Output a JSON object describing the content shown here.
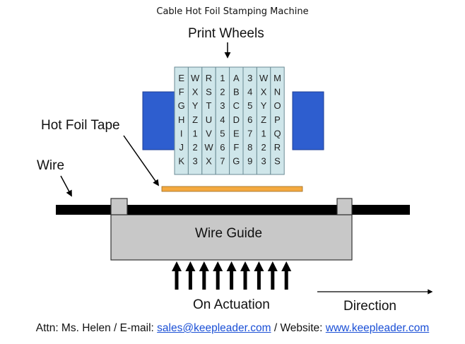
{
  "title": "Cable Hot Foil Stamping Machine",
  "labels": {
    "print_wheels": "Print Wheels",
    "hot_foil_tape": "Hot Foil Tape",
    "wire": "Wire",
    "wire_guide": "Wire Guide",
    "on_actuation": "On Actuation",
    "direction": "Direction"
  },
  "wheels": [
    [
      "E",
      "F",
      "G",
      "H",
      "I",
      "J",
      "K"
    ],
    [
      "W",
      "X",
      "Y",
      "Z",
      "1",
      "2",
      "3"
    ],
    [
      "R",
      "S",
      "T",
      "U",
      "V",
      "W",
      "X"
    ],
    [
      "1",
      "2",
      "3",
      "4",
      "5",
      "6",
      "7"
    ],
    [
      "A",
      "B",
      "C",
      "D",
      "E",
      "F",
      "G"
    ],
    [
      "3",
      "4",
      "5",
      "6",
      "7",
      "8",
      "9"
    ],
    [
      "W",
      "X",
      "Y",
      "Z",
      "1",
      "2",
      "3"
    ],
    [
      "M",
      "N",
      "O",
      "P",
      "Q",
      "R",
      "S"
    ]
  ],
  "footer": {
    "prefix": "Attn: Ms. Helen / E-mail: ",
    "email": "sales@keepleader.com",
    "middle": " / Website: ",
    "website": "www.keepleader.com"
  },
  "colors": {
    "wheel_fill": "#cfe6ea",
    "wheel_stroke": "#6b8b94",
    "holder": "#2e5ecf",
    "foil_tape": "#f4a93f",
    "wire": "#000000",
    "guide_fill": "#c8c8c8",
    "link": "#1a4fd6"
  }
}
